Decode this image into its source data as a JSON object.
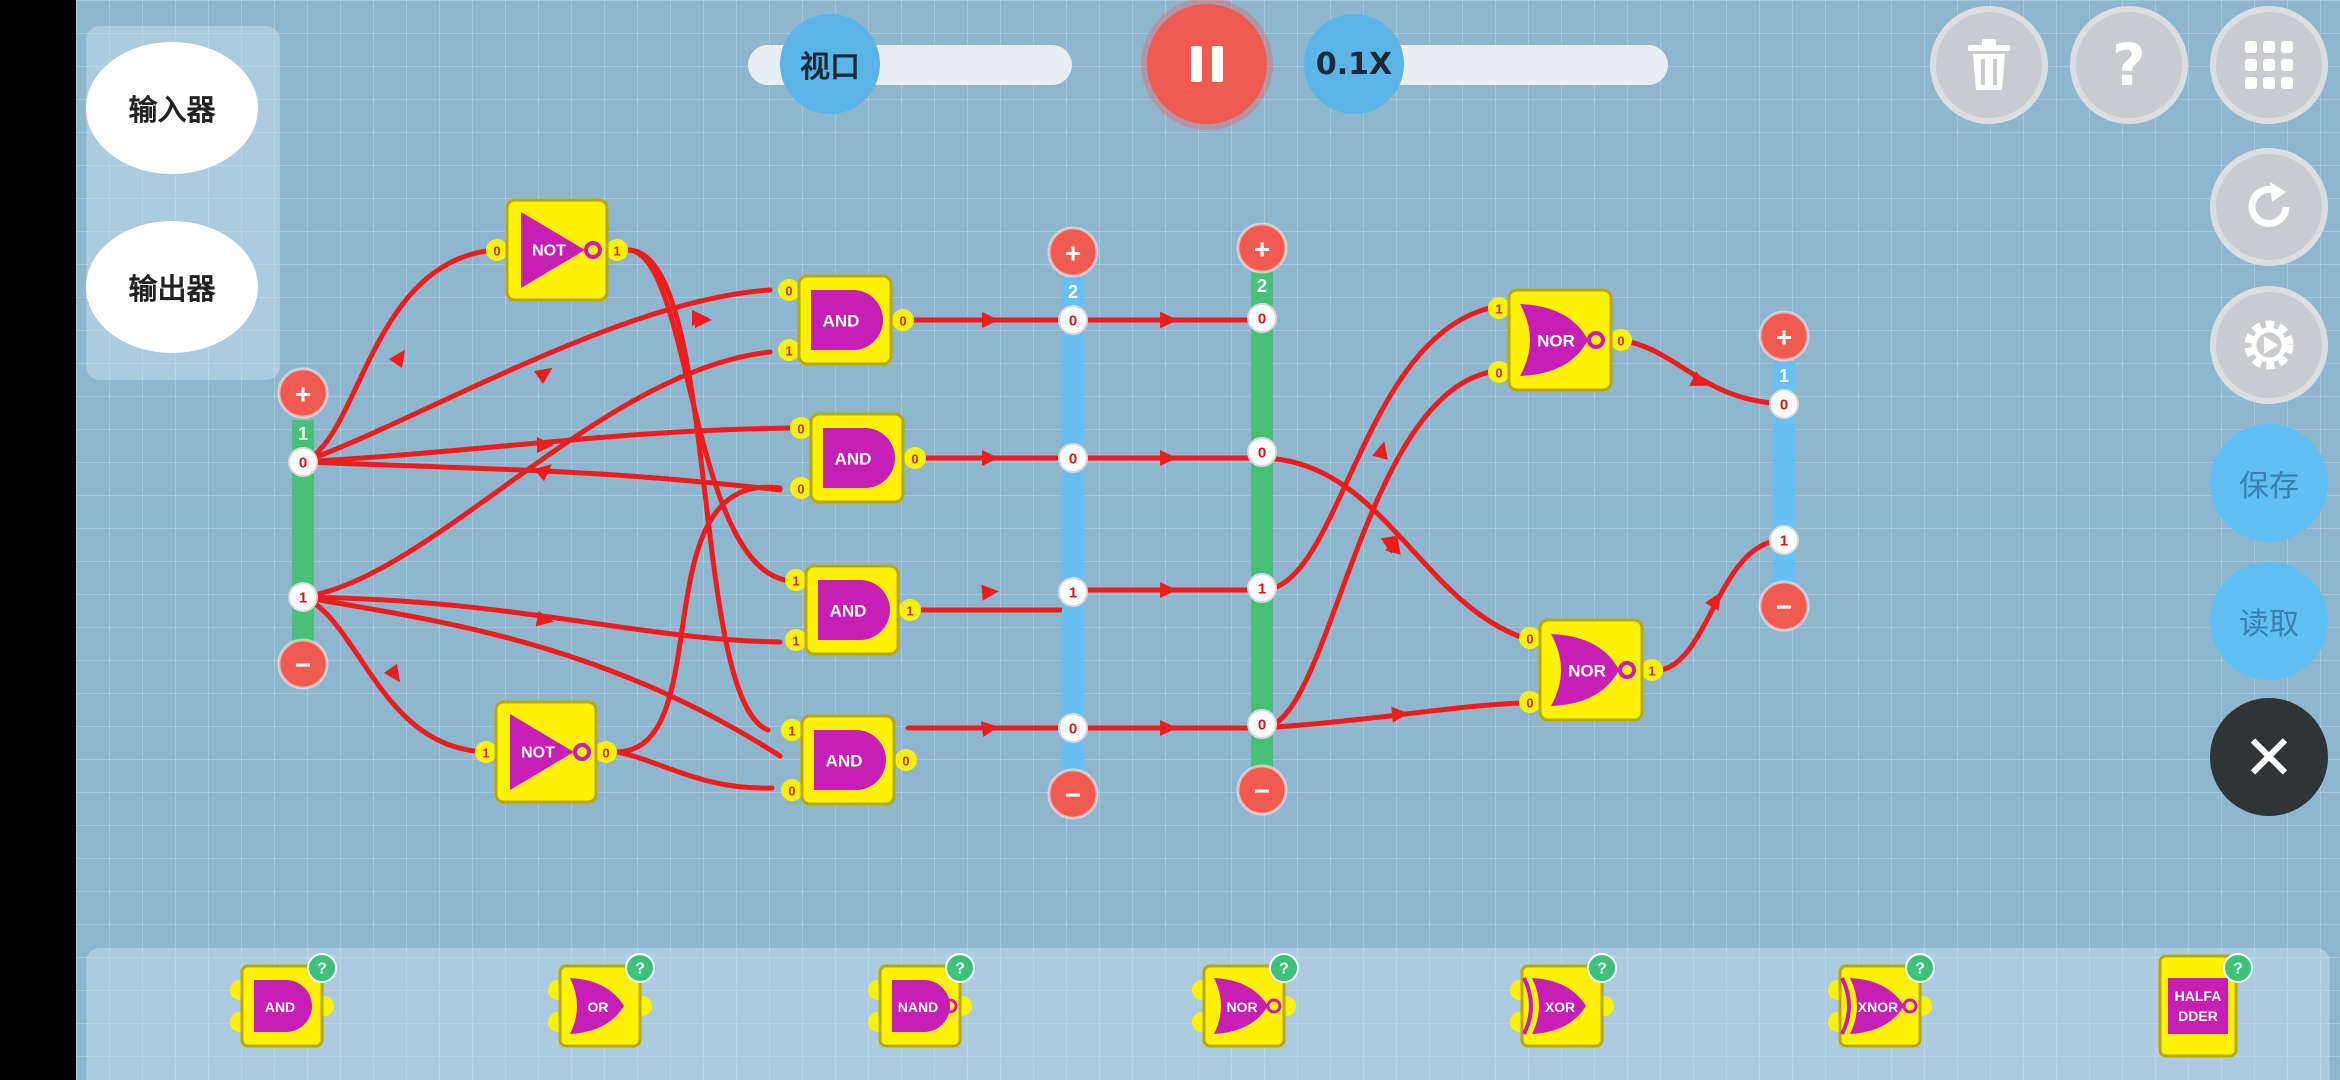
{
  "left_panel": {
    "input_label": "输入器",
    "output_label": "输出器"
  },
  "toolbar": {
    "viewport_label": "视口",
    "speed_label": "0.1X",
    "pause_icon": "pause-icon",
    "delete_icon": "trash-icon",
    "help_label": "?",
    "menu_icon": "grid-menu-icon",
    "redo_icon": "redo-icon",
    "settings_icon": "gear-icon",
    "save_label": "保存",
    "load_label": "读取",
    "close_label": "✕"
  },
  "circuit": {
    "input_bus": {
      "bits": [
        "0",
        "1"
      ],
      "count": "1"
    },
    "not_gates": [
      {
        "label": "NOT",
        "in": "0",
        "out": "1"
      },
      {
        "label": "NOT",
        "in": "1",
        "out": "0"
      }
    ],
    "and_gates": [
      {
        "label": "AND",
        "in": [
          "0",
          "1"
        ],
        "out": "0"
      },
      {
        "label": "AND",
        "in": [
          "0",
          "0"
        ],
        "out": "0"
      },
      {
        "label": "AND",
        "in": [
          "1",
          "1"
        ],
        "out": "1"
      },
      {
        "label": "AND",
        "in": [
          "1",
          "0"
        ],
        "out": "0"
      }
    ],
    "bus_a": {
      "count": "2",
      "bits": [
        "0",
        "0",
        "1",
        "0"
      ]
    },
    "bus_b": {
      "count": "2",
      "bits": [
        "0",
        "0",
        "1",
        "0"
      ]
    },
    "nor_gates": [
      {
        "label": "NOR",
        "in": [
          "1",
          "0"
        ],
        "out": "0"
      },
      {
        "label": "NOR",
        "in": [
          "0",
          "0"
        ],
        "out": "1"
      }
    ],
    "output_bus": {
      "count": "1",
      "bits": [
        "0",
        "1"
      ]
    },
    "plus_label": "+",
    "minus_label": "−"
  },
  "palette": {
    "help_label": "?",
    "items": [
      "AND",
      "OR",
      "NAND",
      "NOR",
      "XOR",
      "XNOR",
      "HALFADDER"
    ]
  },
  "colors": {
    "wire": "#ee1c1c",
    "gate_fill": "#fff200",
    "gate_symbol": "#c71fb6",
    "bus_green": "#48c178",
    "bus_blue": "#67c0f3"
  }
}
